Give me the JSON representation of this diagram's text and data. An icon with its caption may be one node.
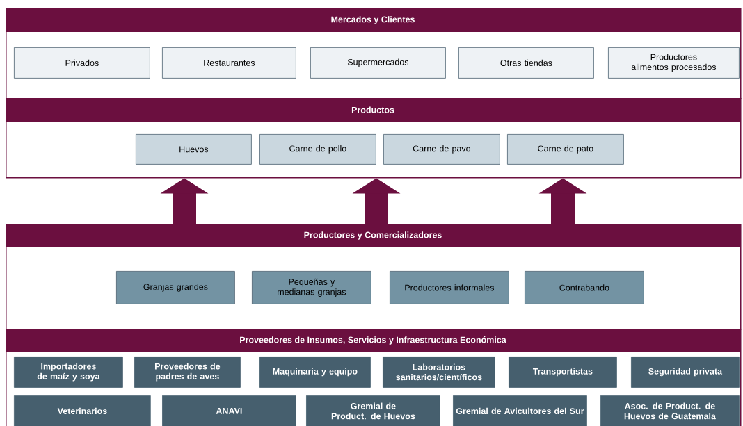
{
  "diagram": {
    "nodes": [
      {
        "text": [
          "Mercados y Clientes"
        ]
      },
      {
        "text": [
          "Privados"
        ],
        "in": 0
      },
      {
        "text": [
          "Restaurantes"
        ],
        "in": 0
      },
      {
        "text": [
          "Supermercados"
        ],
        "in": 0
      },
      {
        "text": [
          "Otras tiendas"
        ],
        "in": 0
      },
      {
        "text": [
          "Productores alimentos procesados"
        ],
        "in": 0
      },
      {
        "text": [
          "Productos"
        ]
      },
      {
        "text": [
          "Huevos"
        ],
        "in": 6
      },
      {
        "text": [
          "Carne de pollo"
        ],
        "in": 6
      },
      {
        "text": [
          "Carne de pavo"
        ],
        "in": 6
      },
      {
        "text": [
          "Carne de pato"
        ],
        "in": 6
      },
      {
        "text": [
          "Productores y Comercializadores"
        ]
      },
      {
        "text": [
          "Granjas grandes"
        ],
        "in": 11
      },
      {
        "text": [
          "Pequeñas y medianas granjas"
        ],
        "in": 11
      },
      {
        "text": [
          "Productores informales"
        ],
        "in": 11
      },
      {
        "text": [
          "Contrabando"
        ],
        "in": 11
      },
      {
        "text": [
          "Proveedores de Insumos, Servicios y Infraestructura Económica"
        ]
      },
      {
        "text": [
          "Importadores de maíz y soya"
        ],
        "in": 16
      },
      {
        "text": [
          "Proveedores de padres de aves"
        ],
        "in": 16
      },
      {
        "text": [
          "Maquinaria y equipo"
        ],
        "in": 16
      },
      {
        "text": [
          "Laboratorios sanitarios/científicos"
        ],
        "in": 16
      },
      {
        "text": [
          "Transportistas"
        ],
        "in": 16
      },
      {
        "text": [
          "Seguridad privata"
        ],
        "in": 16
      },
      {
        "text": [
          "Veterinarios"
        ],
        "in": 16
      },
      {
        "text": [
          "ANAVI"
        ],
        "in": 16
      },
      {
        "text": [
          "Gremial de Product. de Huevos"
        ],
        "in": 16
      },
      {
        "text": [
          "Gremial de Avicultores del Sur"
        ],
        "in": 16
      },
      {
        "text": [
          "Asoc. de Product. de Huevos de Guatemala"
        ],
        "in": 16
      }
    ],
    "edges": [
      {
        "from": 11,
        "to": 6,
        "arrow": "to"
      },
      {
        "from": 11,
        "to": 6,
        "arrow": "to"
      },
      {
        "from": 11,
        "to": 6,
        "arrow": "to"
      }
    ]
  }
}
